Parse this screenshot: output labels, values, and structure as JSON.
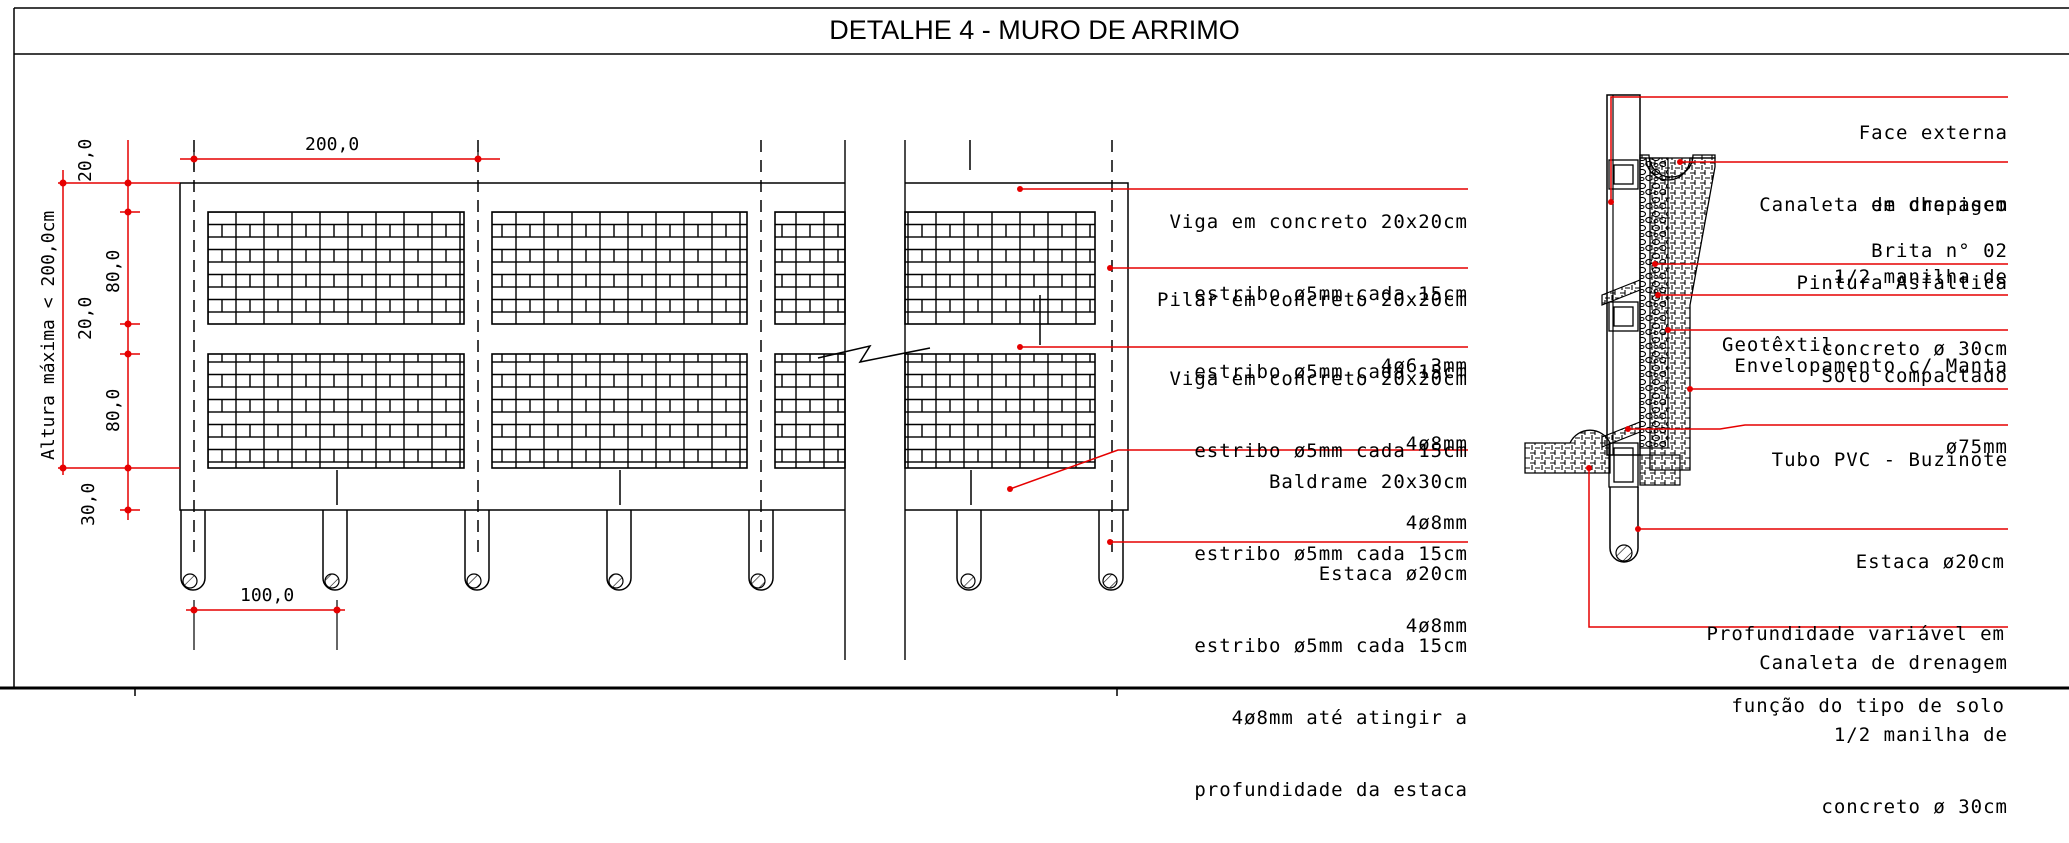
{
  "title": "DETALHE 4 - MURO DE ARRIMO",
  "dimensions": {
    "top_width": "200,0",
    "bottom_width": "100,0",
    "max_height": "Altura máxima < 200,0cm",
    "seg_top": "20,0",
    "seg_upper_wall": "80,0",
    "seg_mid_beam": "20,0",
    "seg_lower_wall": "80,0",
    "seg_base": "30,0"
  },
  "elevation_notes": [
    {
      "title": "Viga em concreto 20x20cm",
      "lines": [
        "estribo ø5mm cada 15cm",
        "4ø6,3mm"
      ]
    },
    {
      "title": "Pilar em concreto 20x20cm",
      "lines": [
        "estribo ø5mm cada 15cm",
        "4ø8mm"
      ]
    },
    {
      "title": "Viga em concreto 20x20cm",
      "lines": [
        "estribo ø5mm cada 15cm",
        "4ø8mm"
      ]
    },
    {
      "title": "Baldrame 20x30cm",
      "lines": [
        "estribo ø5mm cada 15cm",
        "4ø8mm"
      ]
    },
    {
      "title": "Estaca ø20cm",
      "lines": [
        "estribo ø5mm cada 15cm",
        "4ø8mm até atingir a",
        "profundidade da estaca"
      ]
    }
  ],
  "section_notes": {
    "face": [
      "Face externa",
      "em chapisco"
    ],
    "canaleta_top": [
      "Canaleta de drenagem",
      "1/2 manilha de",
      "concreto ø 30cm"
    ],
    "brita": "Brita n° 02",
    "pintura": "Pintura Asfáltica",
    "envelopamento": [
      "Envelopamento c/ Manta",
      "Geotêxtil"
    ],
    "solo": "Solo compactado",
    "tubo": [
      "Tubo PVC - Buzinote",
      "ø75mm"
    ],
    "estaca": [
      "Estaca ø20cm",
      "Profundidade variável em",
      "função do tipo de solo"
    ],
    "canaleta_bottom": [
      "Canaleta de drenagem",
      "1/2 manilha de",
      "concreto ø 30cm"
    ]
  },
  "colors": {
    "leader": "#e60000",
    "line": "#000000",
    "dim": "#e60000"
  }
}
